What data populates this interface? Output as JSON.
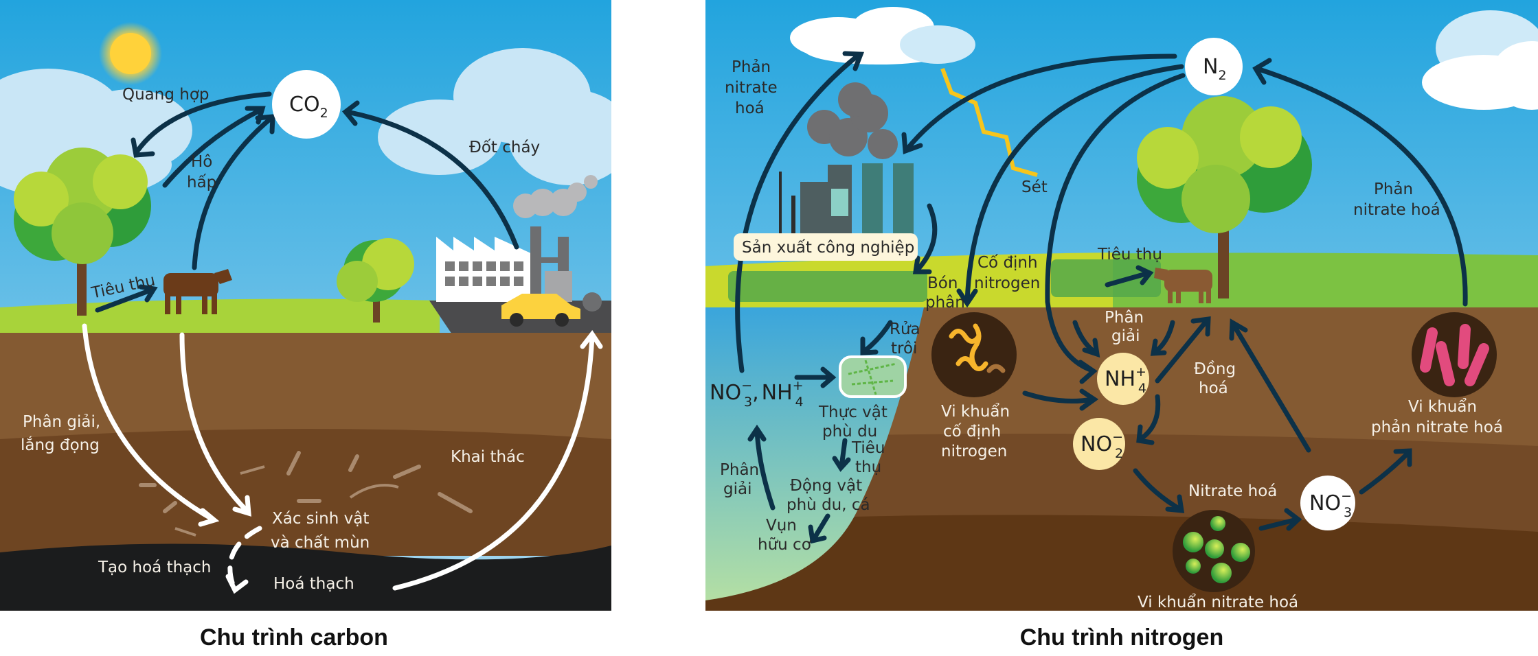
{
  "carbon_cycle": {
    "caption": "Chu trình carbon",
    "center_molecule": {
      "base": "CO",
      "sub": "2"
    },
    "labels": {
      "photosynthesis": "Quang hợp",
      "respiration_1": "Hô",
      "respiration_2": "hấp",
      "combustion": "Đốt cháy",
      "consumption": "Tiêu thụ",
      "decomposition_1": "Phân giải,",
      "decomposition_2": "lắng đọng",
      "extraction": "Khai thác",
      "remains_1": "Xác sinh vật",
      "remains_2": "và chất mùn",
      "fossilization": "Tạo hoá thạch",
      "fossil_fuel": "Hoá thạch"
    },
    "icons": [
      "sun-icon",
      "cloud-icon",
      "tree-icon",
      "cow-icon",
      "factory-icon",
      "car-icon",
      "bone-icon",
      "fish-skeleton-icon"
    ],
    "colors": {
      "sky": "#26a8e0",
      "ground_grass": "#9fd13a",
      "soil_top": "#845a32",
      "soil_mid": "#6e4522",
      "fossil_layer": "#1b1c1d",
      "arrow_dark": "#0c3148",
      "arrow_white": "#ffffff"
    }
  },
  "nitrogen_cycle": {
    "caption": "Chu trình nitrogen",
    "molecules": {
      "n2": {
        "base": "N",
        "sub": "2",
        "sup": ""
      },
      "nh4": {
        "base": "NH",
        "sub": "4",
        "sup": "+"
      },
      "no2": {
        "base": "NO",
        "sub": "2",
        "sup": "−"
      },
      "no3": {
        "base": "NO",
        "sub": "3",
        "sup": "−"
      },
      "water_ions": {
        "a_base": "NO",
        "a_sub": "3",
        "a_sup": "−",
        "sep": ",",
        "b_base": "NH",
        "b_sub": "4",
        "b_sup": "+"
      }
    },
    "labels": {
      "denitrification_left_1": "Phản",
      "denitrification_left_2": "nitrate",
      "denitrification_left_3": "hoá",
      "lightning": "Sét",
      "industrial": "Sản xuất công nghiệp",
      "fixation_1": "Cố định",
      "fixation_2": "nitrogen",
      "fertilizer_1": "Bón",
      "fertilizer_2": "phân",
      "consumption_land": "Tiêu thụ",
      "decomposition_land_1": "Phân",
      "decomposition_land_2": "giải",
      "runoff_1": "Rửa",
      "runoff_2": "trôi",
      "phytoplankton_1": "Thực vật",
      "phytoplankton_2": "phù du",
      "consumption_water_1": "Tiêu",
      "consumption_water_2": "thụ",
      "zooplankton_1": "Động vật",
      "zooplankton_2": "phù du, cá",
      "decomposition_water_1": "Phân",
      "decomposition_water_2": "giải",
      "detritus_1": "Vụn",
      "detritus_2": "hữu cơ",
      "fixing_bacteria_1": "Vi khuẩn",
      "fixing_bacteria_2": "cố định",
      "fixing_bacteria_3": "nitrogen",
      "assimilation_1": "Đồng",
      "assimilation_2": "hoá",
      "nitrification": "Nitrate hoá",
      "nitrifying_bacteria": "Vi khuẩn nitrate hoá",
      "denitrifying_bacteria_1": "Vi khuẩn",
      "denitrifying_bacteria_2": "phản nitrate hoá",
      "denitrification_right_1": "Phản",
      "denitrification_right_2": "nitrate hoá"
    },
    "icons": [
      "cloud-icon",
      "lightning-icon",
      "factory-icon",
      "crop-field-icon",
      "tree-icon",
      "cow-icon",
      "phytoplankton-icon",
      "fixing-bacteria-icon",
      "nitrifying-bacteria-icon",
      "denitrifying-bacteria-icon"
    ],
    "colors": {
      "sky": "#26a8e0",
      "grass": "#7cc242",
      "field": "#cfdc2a",
      "water": "#3aa6da",
      "soil_top": "#845a32",
      "soil_deep": "#5e3715",
      "ion_circle": "#fbe7a6",
      "arrow_dark": "#0c3148",
      "bacteria_fix": "#f7b52c",
      "bacteria_nitr": "#4cb648",
      "bacteria_denitr": "#e24b7e"
    }
  }
}
